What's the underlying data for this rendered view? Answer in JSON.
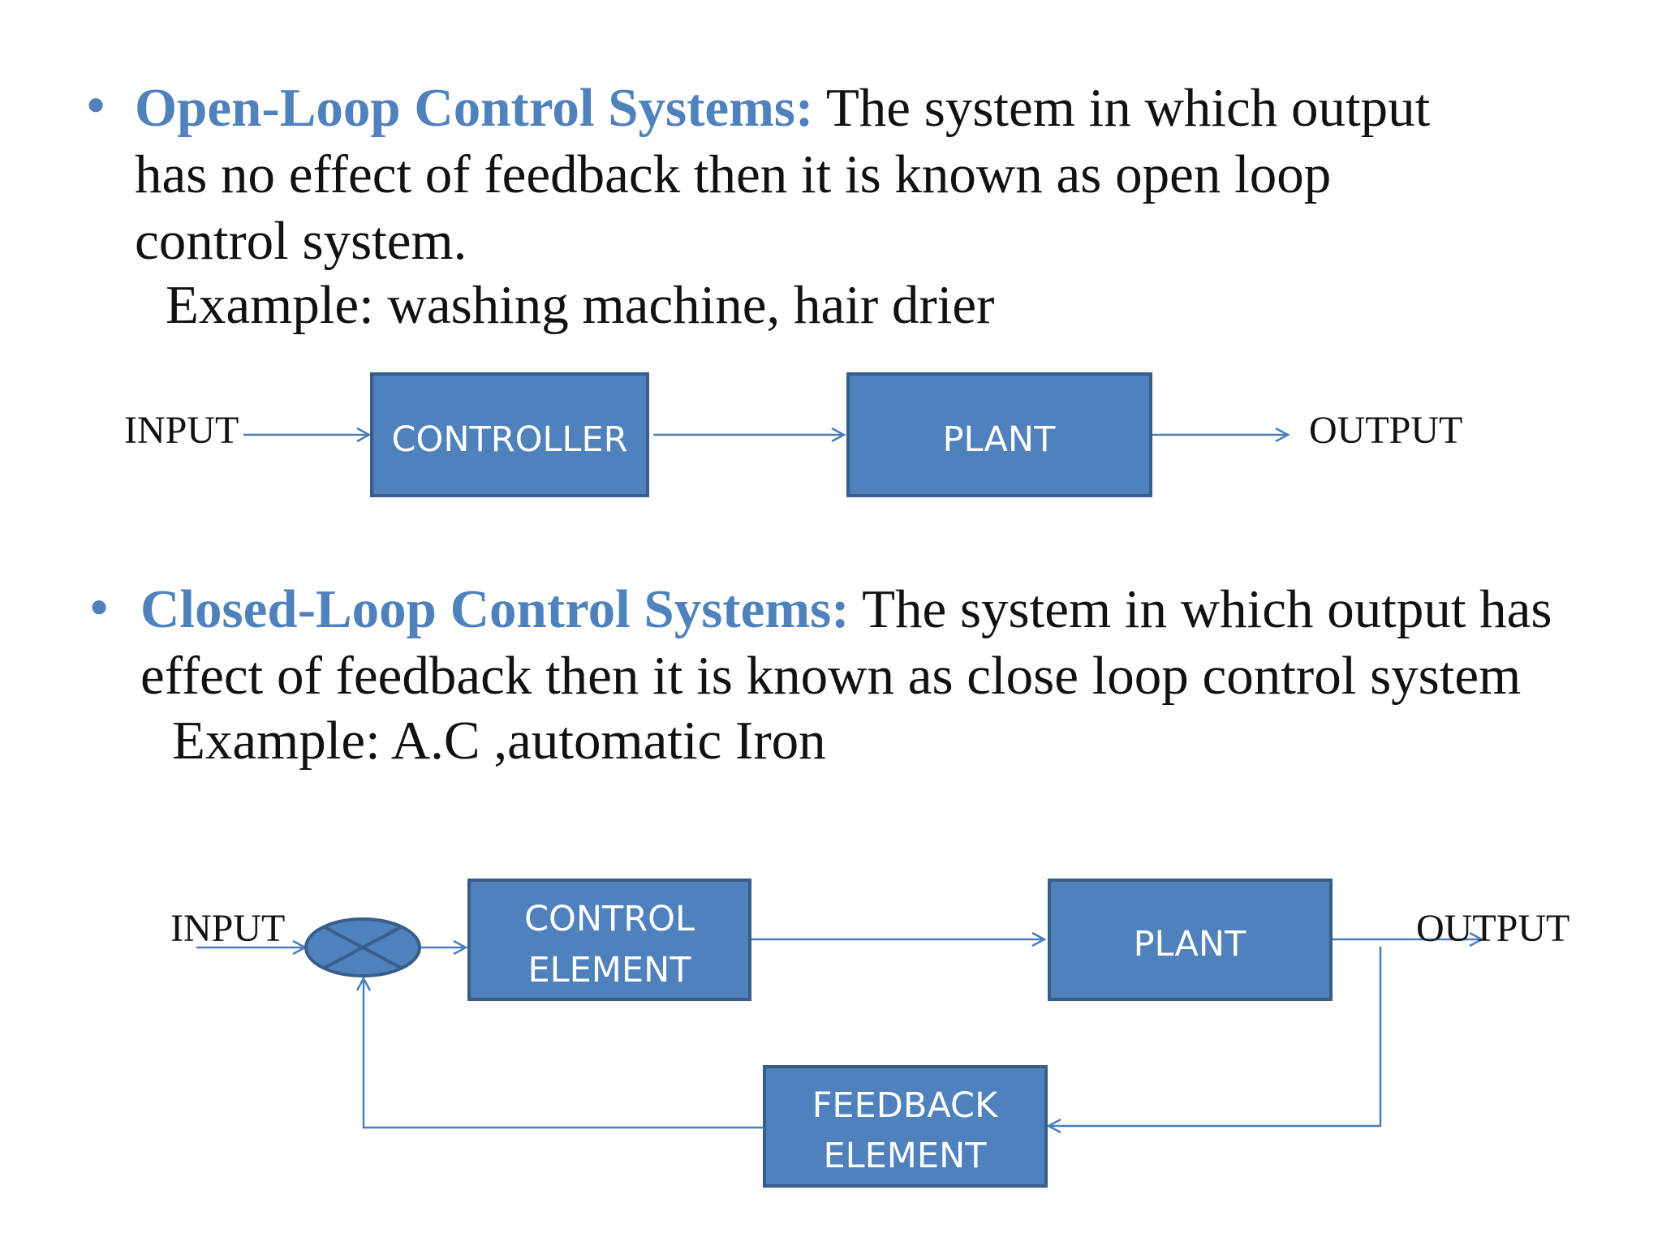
{
  "open_loop": {
    "term": "Open-Loop Control Systems:",
    "line1": " The system in which output",
    "line2": "has no effect of feedback then it is known as open loop",
    "line3": "control system.",
    "example": "Example: washing machine, hair drier",
    "diagram": {
      "input_label": "INPUT",
      "controller_label": "CONTROLLER",
      "plant_label": "PLANT",
      "output_label": "OUTPUT"
    }
  },
  "closed_loop": {
    "term": "Closed-Loop Control Systems:",
    "line1": " The system in which output has",
    "line2": "effect of feedback then it is known as close loop control system",
    "example": "Example: A.C ,automatic Iron",
    "diagram": {
      "input_label": "INPUT",
      "control_element_line1": "CONTROL",
      "control_element_line2": "ELEMENT",
      "plant_label": "PLANT",
      "output_label": "OUTPUT",
      "feedback_line1": "FEEDBACK",
      "feedback_line2": "ELEMENT"
    }
  },
  "colors": {
    "accent": "#4f81bd",
    "box_border": "#385d8a",
    "text": "#111111"
  }
}
